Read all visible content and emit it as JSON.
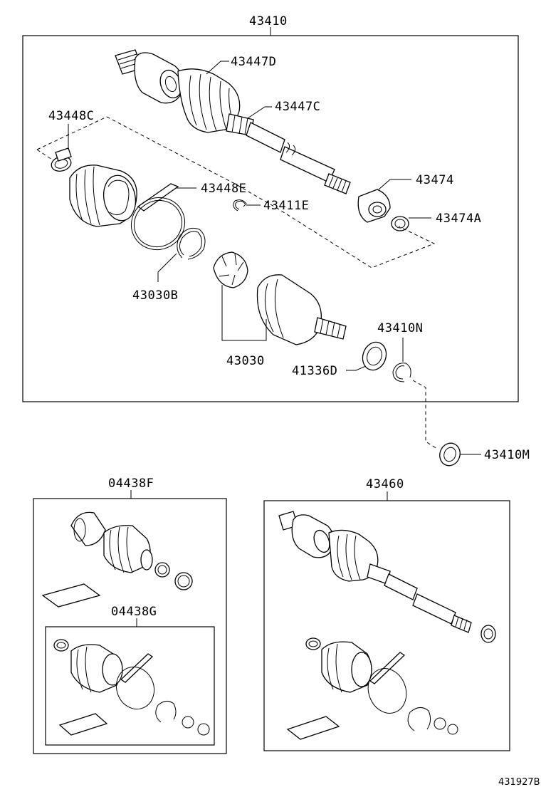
{
  "diagram": {
    "footer_code": "431927B",
    "assemblies": {
      "main": {
        "label": "43410"
      },
      "boot_kit": {
        "label": "04438F"
      },
      "boot_kit_inner": {
        "label": "04438G"
      },
      "right_shaft": {
        "label": "43460"
      }
    },
    "parts": [
      {
        "id": "43447D",
        "label": "43447D"
      },
      {
        "id": "43447C",
        "label": "43447C"
      },
      {
        "id": "43448C",
        "label": "43448C"
      },
      {
        "id": "43448E",
        "label": "43448E"
      },
      {
        "id": "43411E",
        "label": "43411E"
      },
      {
        "id": "43474",
        "label": "43474"
      },
      {
        "id": "43474A",
        "label": "43474A"
      },
      {
        "id": "43030B",
        "label": "43030B"
      },
      {
        "id": "43030",
        "label": "43030"
      },
      {
        "id": "43410N",
        "label": "43410N"
      },
      {
        "id": "41336D",
        "label": "41336D"
      },
      {
        "id": "43410M",
        "label": "43410M"
      }
    ]
  }
}
